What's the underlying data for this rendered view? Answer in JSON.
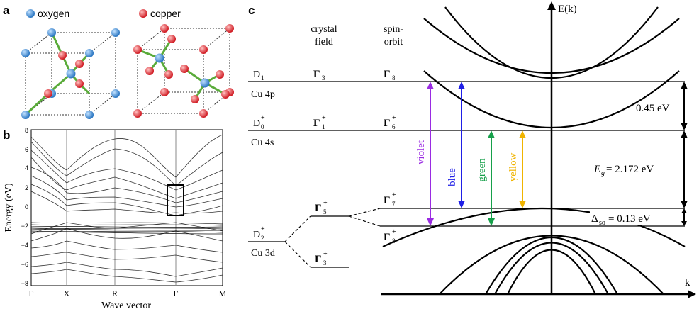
{
  "panels": {
    "a": "a",
    "b": "b",
    "c": "c"
  },
  "legend": {
    "oxygen": "oxygen",
    "copper": "copper"
  },
  "colors": {
    "oxygen": "#3a88d0",
    "copper": "#e0242c",
    "bond": "#5aab3a",
    "violet": "#9a2be2",
    "blue": "#1f1fe6",
    "green": "#16a04a",
    "yellow": "#f0b400"
  },
  "band_plot": {
    "ylabel": "Energy (eV)",
    "xlabel": "Wave vector",
    "yticks": [
      "8",
      "6",
      "4",
      "2",
      "0",
      "−2",
      "−4",
      "−6",
      "−8"
    ],
    "xticks": [
      "Γ",
      "X",
      "R",
      "Γ",
      "M"
    ]
  },
  "diagram": {
    "axis_y": "E(k)",
    "axis_x": "k",
    "col_cf": [
      "crystal",
      "field"
    ],
    "col_so": [
      "spin-",
      "orbit"
    ],
    "labels": {
      "d1": "D",
      "d1_sub": "1",
      "d1_sup": "−",
      "cu4p": "Cu 4p",
      "d0": "D",
      "d0_sub": "0",
      "d0_sup": "+",
      "cu4s": "Cu 4s",
      "d2": "D",
      "d2_sub": "2",
      "d2_sup": "+",
      "cu3d": "Cu 3d"
    },
    "gammas": {
      "g": "Γ",
      "cf3m_sub": "3",
      "cf3m_sup": "−",
      "so8m_sub": "8",
      "so8m_sup": "−",
      "cf1p_sub": "1",
      "cf1p_sup": "+",
      "so6p_sub": "6",
      "so6p_sup": "+",
      "cf5p_sub": "5",
      "cf5p_sup": "+",
      "so7p_sub": "7",
      "so7p_sup": "+",
      "so8p_sub": "8",
      "so8p_sup": "+",
      "cf3p_sub": "3",
      "cf3p_sup": "+"
    },
    "arrows": {
      "violet": "violet",
      "blue": "blue",
      "green": "green",
      "yellow": "yellow"
    },
    "energies": {
      "gap45": "0.45 eV",
      "eg_sym": "E",
      "eg_sub": "g",
      "eg_val": " = 2.172 eV",
      "so_sym": "Δ",
      "so_sub": "so",
      "so_val": " = 0.13 eV"
    }
  }
}
